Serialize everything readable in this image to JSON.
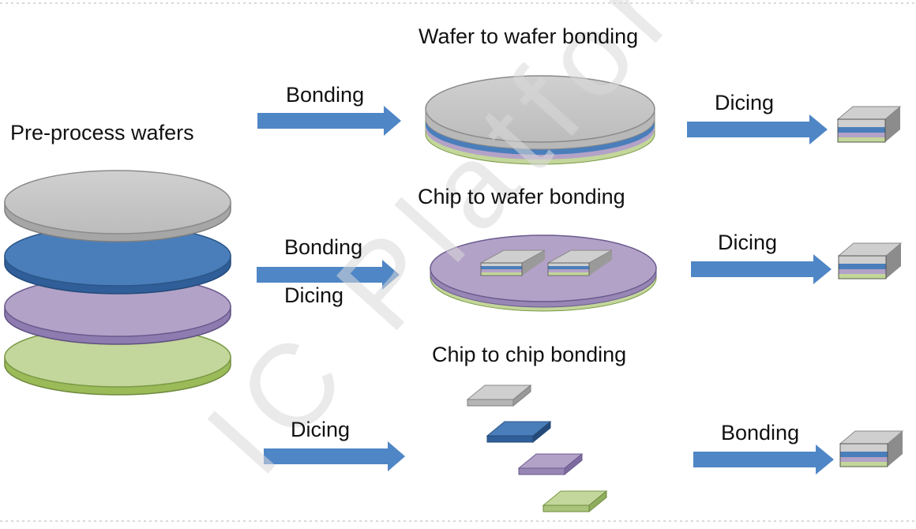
{
  "labels": {
    "pre_process": "Pre-process wafers",
    "w2w_title": "Wafer to wafer bonding",
    "c2w_title": "Chip to wafer bonding",
    "c2c_title": "Chip to chip bonding",
    "row1_arrow1": "Bonding",
    "row1_arrow2": "Dicing",
    "row2_arrow1_top": "Bonding",
    "row2_arrow1_bottom": "Dicing",
    "row2_arrow2": "Dicing",
    "row3_arrow1": "Dicing",
    "row3_arrow2": "Bonding"
  },
  "watermark": "IC Platform",
  "colors": {
    "gray": "#c8c8c8",
    "blue": "#4a7ebb",
    "purple": "#b3a2c7",
    "green": "#c3d69b",
    "arrow": "#4f86c6"
  }
}
